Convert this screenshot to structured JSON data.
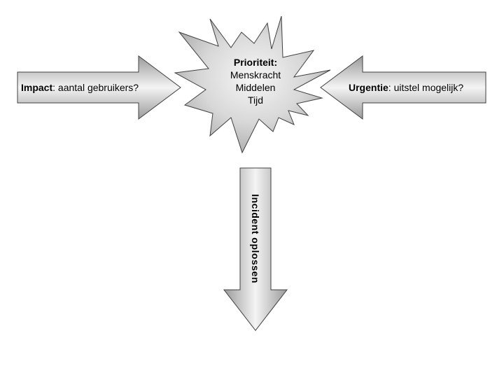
{
  "left_arrow": {
    "bold": "Impact",
    "rest": ": aantal gebruikers?"
  },
  "right_arrow": {
    "bold": "Urgentie",
    "rest": ": uitstel mogelijk?"
  },
  "starburst": {
    "title": "Prioriteit:",
    "items": [
      "Menskracht",
      "Middelen",
      "Tijd"
    ]
  },
  "down_arrow": {
    "label": "Incident oplossen"
  },
  "colors": {
    "shape_light": "#f4f4f4",
    "shape_dark": "#9a9a9a",
    "outline": "#404040"
  }
}
